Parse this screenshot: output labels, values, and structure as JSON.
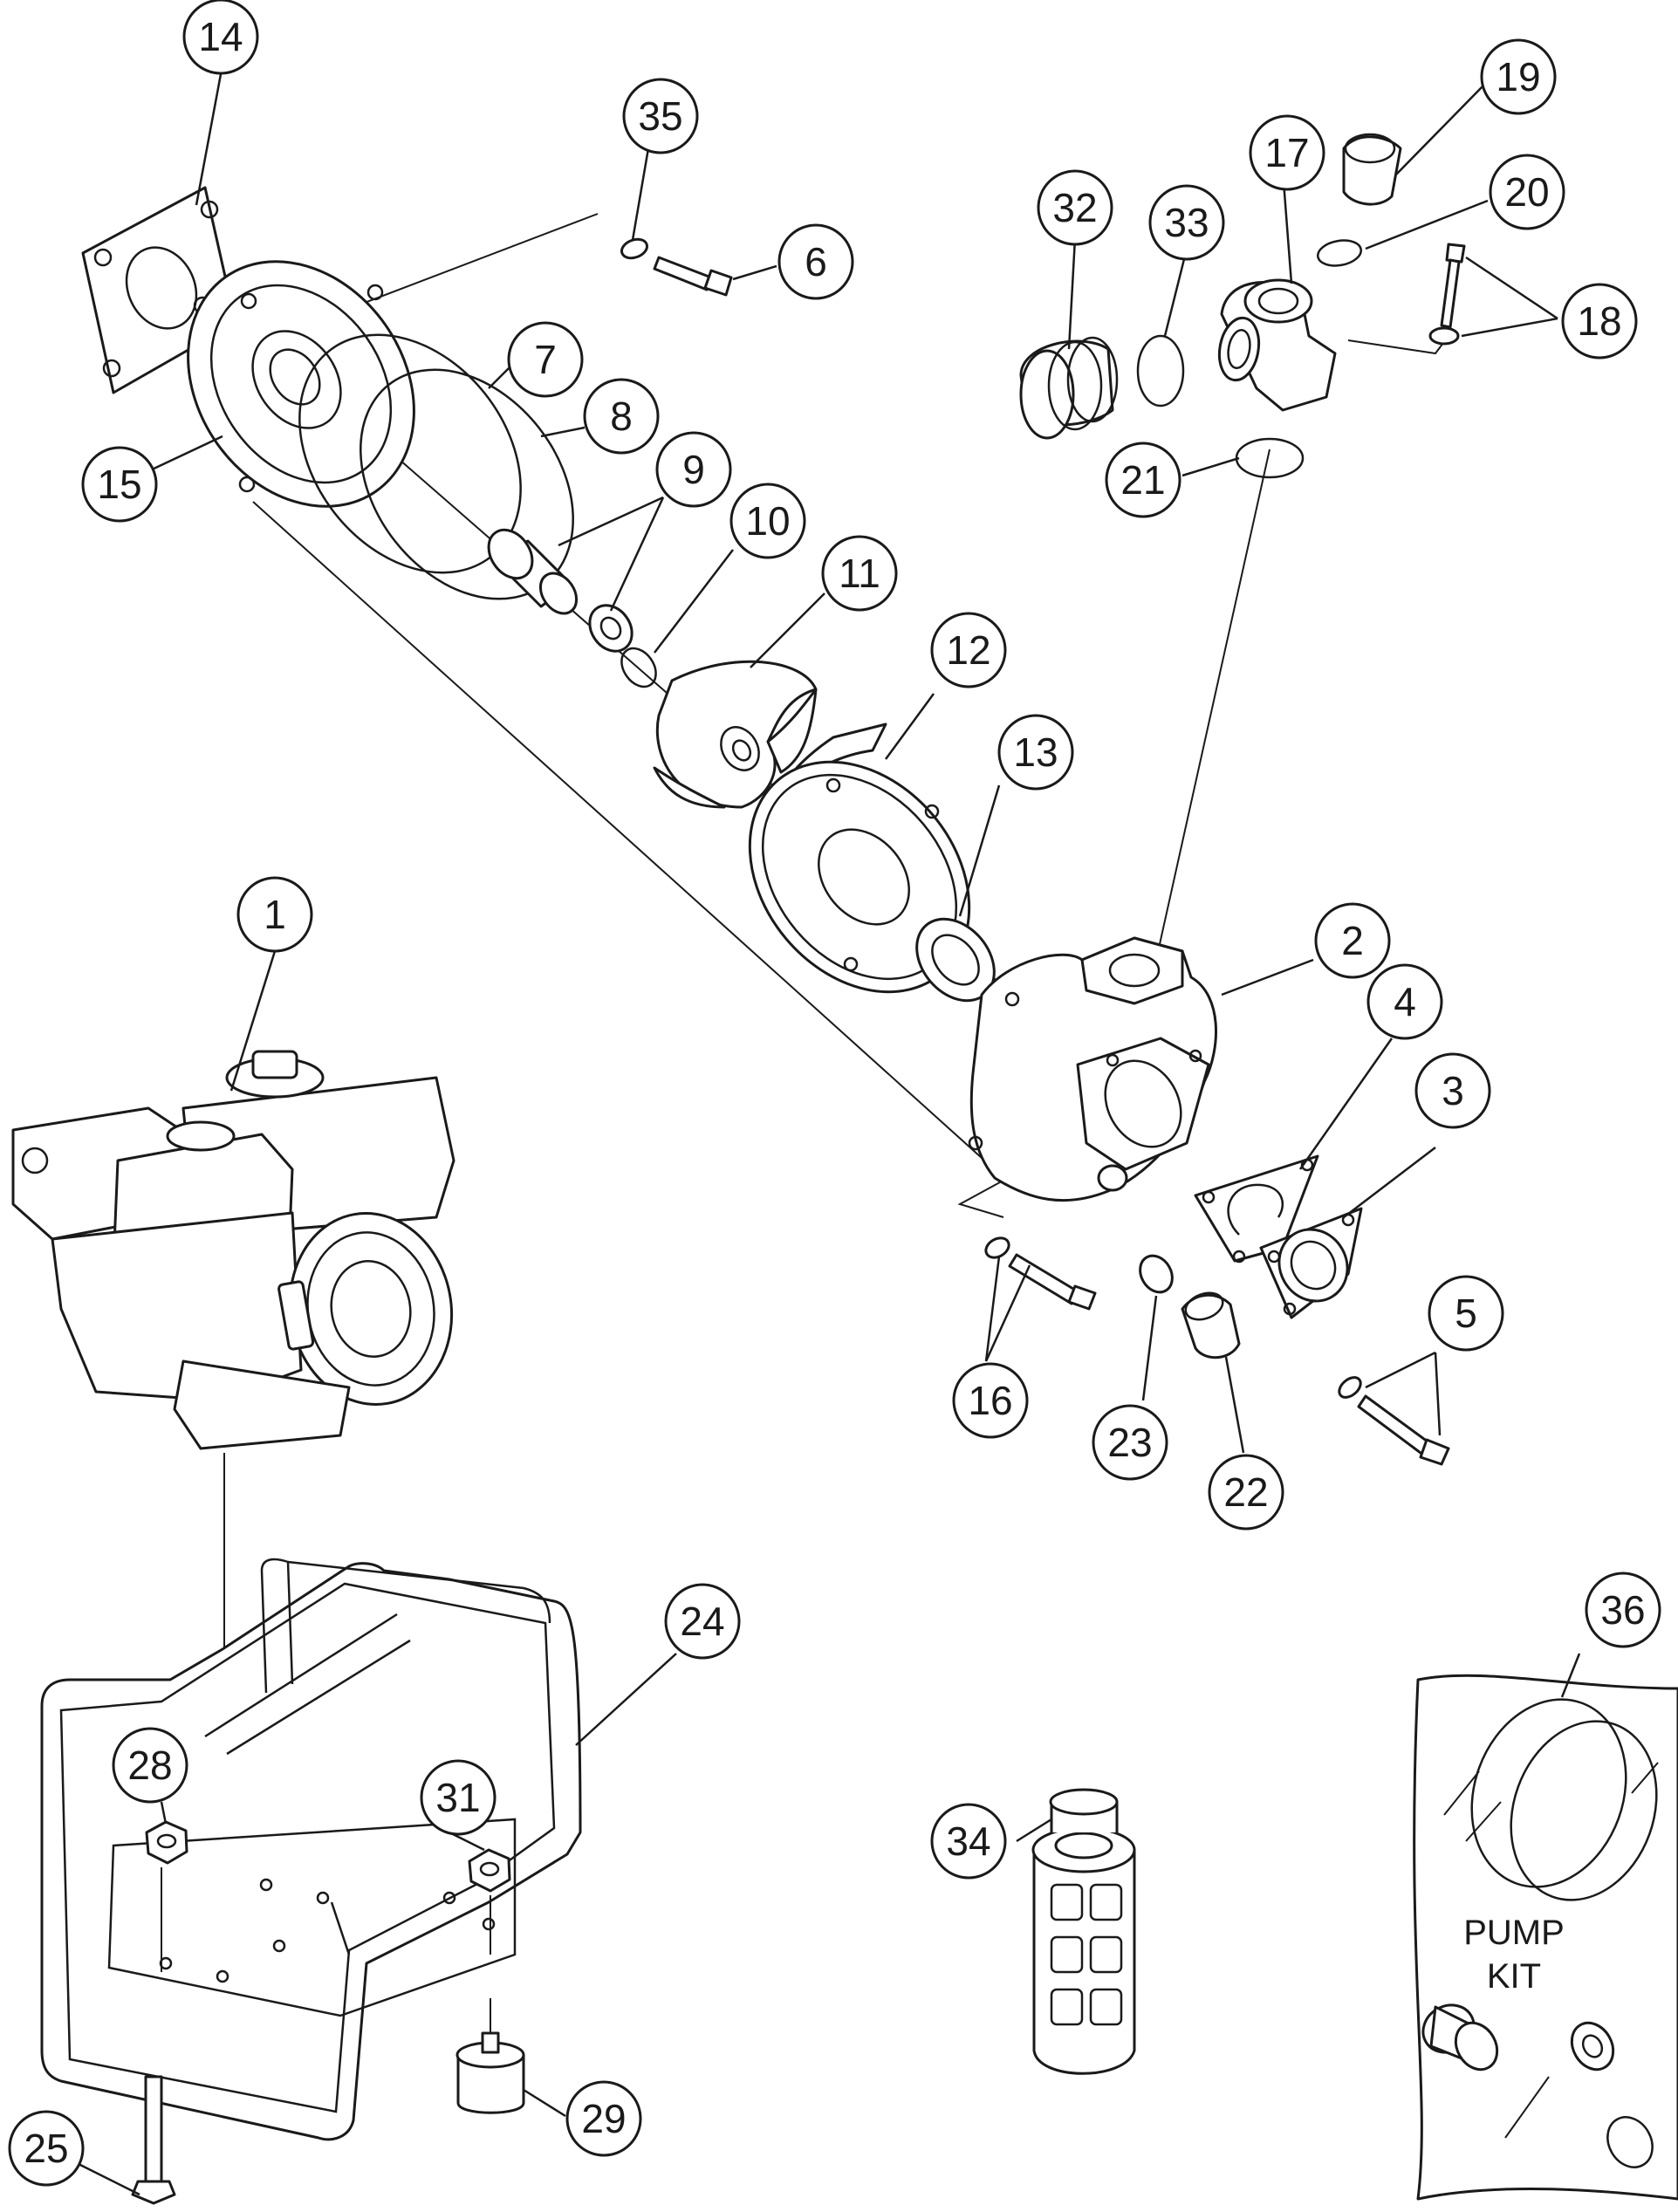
{
  "diagram": {
    "part_numbers": [
      "1",
      "2",
      "3",
      "4",
      "5",
      "6",
      "7",
      "8",
      "9",
      "10",
      "11",
      "12",
      "13",
      "14",
      "15",
      "16",
      "17",
      "18",
      "19",
      "20",
      "21",
      "22",
      "23",
      "24",
      "25",
      "28",
      "29",
      "31",
      "32",
      "33",
      "34",
      "35",
      "36"
    ],
    "kit_label_line1": "PUMP",
    "kit_label_line2": "KIT"
  }
}
